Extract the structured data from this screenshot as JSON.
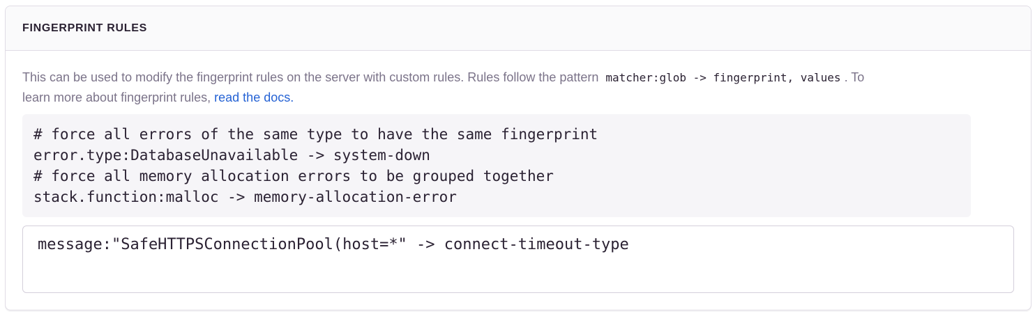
{
  "panel": {
    "title": "FINGERPRINT RULES"
  },
  "description": {
    "part1": "This can be used to modify the fingerprint rules on the server with custom rules. Rules follow the pattern ",
    "pattern_code": "matcher:glob -> fingerprint, values",
    "part2": ". To",
    "part3": "learn more about fingerprint rules, ",
    "link_text": "read the docs."
  },
  "example": {
    "code": "# force all errors of the same type to have the same fingerprint\nerror.type:DatabaseUnavailable -> system-down\n# force all memory allocation errors to be grouped together\nstack.function:malloc -> memory-allocation-error"
  },
  "editor": {
    "value": "message:\"SafeHTTPSConnectionPool(host=*\" -> connect-timeout-type"
  },
  "colors": {
    "title_text": "#2b2233",
    "body_text": "#7b7389",
    "link": "#2562d4",
    "code_text": "#2b2233",
    "panel_border": "#e0dce5",
    "header_bg": "#fafafb",
    "code_block_bg": "#f6f5f8",
    "textarea_border": "#d4cfdb"
  }
}
